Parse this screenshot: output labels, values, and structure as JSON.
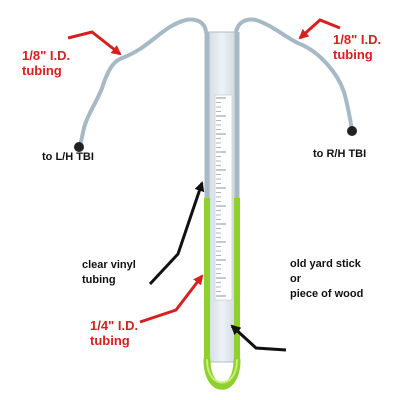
{
  "labels": {
    "left_tubing": "1/8\" I.D.\ntubing",
    "right_tubing": "1/8\" I.D.\ntubing",
    "to_left": "to L/H TBI",
    "to_right": "to R/H TBI",
    "clear_vinyl": "clear vinyl\ntubing",
    "yard_stick": "old yard stick\nor\npiece of wood",
    "quarter_tubing": "1/4\" I.D.\ntubing"
  },
  "colors": {
    "thin_tubing": "#a7b9c4",
    "fluid": "#8ed12c",
    "wood": "#e4ecf2",
    "red_text": "#d62020",
    "dark_text": "#111111"
  }
}
